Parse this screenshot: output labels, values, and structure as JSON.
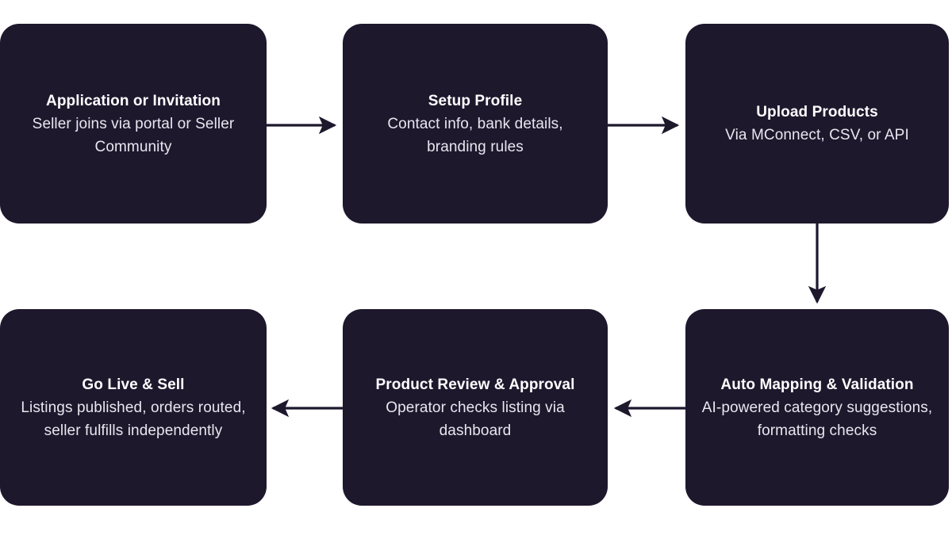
{
  "diagram": {
    "type": "flowchart",
    "direction": "left-to-right then down then right-to-left",
    "background_color": "#ffffff",
    "node_color": "#1e182d",
    "title_color": "#ffffff",
    "desc_color": "#e9e6ef",
    "connector_color": "#1e182d",
    "nodes": [
      {
        "id": "application",
        "title": "Application or Invitation",
        "desc": "Seller joins via portal or Seller Community"
      },
      {
        "id": "setup",
        "title": "Setup Profile",
        "desc": "Contact info, bank details, branding rules"
      },
      {
        "id": "upload",
        "title": "Upload Products",
        "desc": "Via MConnect, CSV, or API"
      },
      {
        "id": "automapping",
        "title": "Auto Mapping & Validation",
        "desc": "AI-powered category suggestions, formatting checks"
      },
      {
        "id": "review",
        "title": "Product Review & Approval",
        "desc": "Operator checks listing via dashboard"
      },
      {
        "id": "golive",
        "title": "Go Live & Sell",
        "desc": "Listings published, orders routed, seller fulfills independently"
      }
    ],
    "connectors": [
      {
        "id": "application-to-setup",
        "from": "application",
        "to": "setup",
        "direction": "right"
      },
      {
        "id": "setup-to-upload",
        "from": "setup",
        "to": "upload",
        "direction": "right"
      },
      {
        "id": "upload-to-automapping",
        "from": "upload",
        "to": "automapping",
        "direction": "down"
      },
      {
        "id": "automapping-to-review",
        "from": "automapping",
        "to": "review",
        "direction": "left"
      },
      {
        "id": "review-to-golive",
        "from": "review",
        "to": "golive",
        "direction": "left"
      }
    ]
  }
}
